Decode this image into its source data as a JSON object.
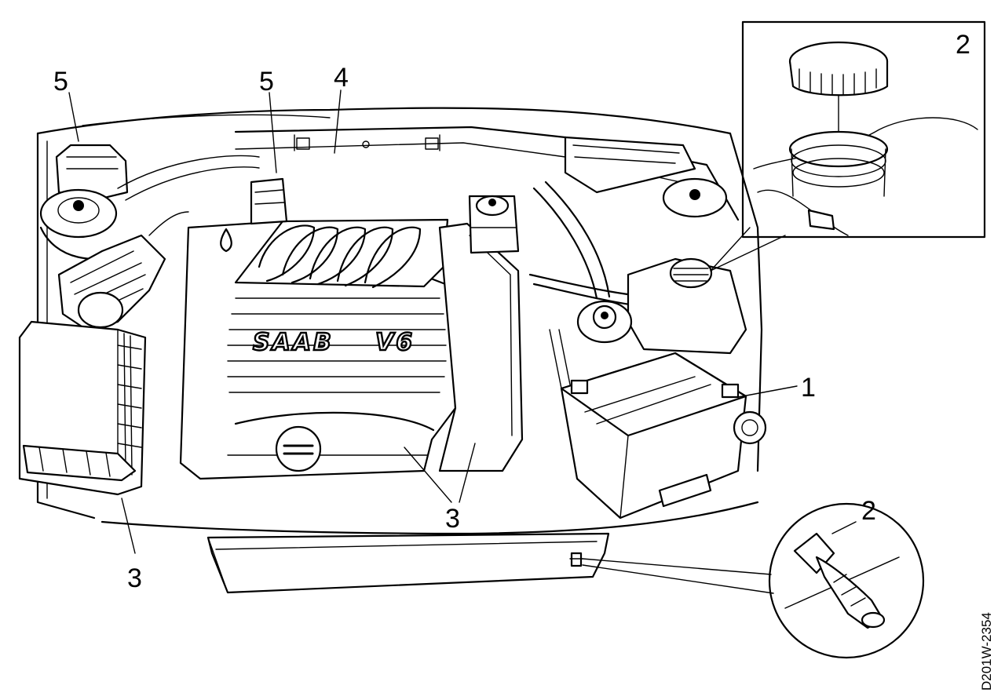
{
  "callouts": {
    "c1": "1",
    "c2_top": "2",
    "c2_bottom": "2",
    "c3_left": "3",
    "c3_center": "3",
    "c4": "4",
    "c5_left": "5",
    "c5_center": "5"
  },
  "engine_cover": {
    "brand": "SAAB",
    "model": "V6"
  },
  "figure_code": "D201W-2354"
}
